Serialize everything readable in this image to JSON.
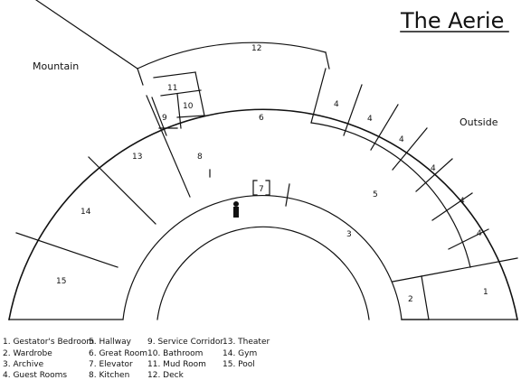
{
  "map": {
    "title": "The Aerie",
    "labels": {
      "left": "Mountain",
      "right": "Outside"
    },
    "rooms": {
      "r1": "1",
      "r2": "2",
      "r3": "3",
      "r4a": "4",
      "r4b": "4",
      "r4c": "4",
      "r4d": "4",
      "r4e": "4",
      "r4f": "4",
      "r5": "5",
      "r6": "6",
      "r7": "7",
      "r8": "8",
      "r9": "9",
      "r10": "10",
      "r11": "11",
      "r12": "12",
      "r13": "13",
      "r14": "14",
      "r15": "15"
    }
  },
  "legend": {
    "items": [
      "1. Gestator's Bedroom",
      "2. Wardrobe",
      "3. Archive",
      "4. Guest Rooms",
      "5. Hallway",
      "6. Great Room",
      "7. Elevator",
      "8. Kitchen",
      "9. Service Corridor",
      "10. Bathroom",
      "11. Mud Room",
      "12. Deck",
      "13. Theater",
      "14. Gym",
      "15. Pool"
    ]
  }
}
